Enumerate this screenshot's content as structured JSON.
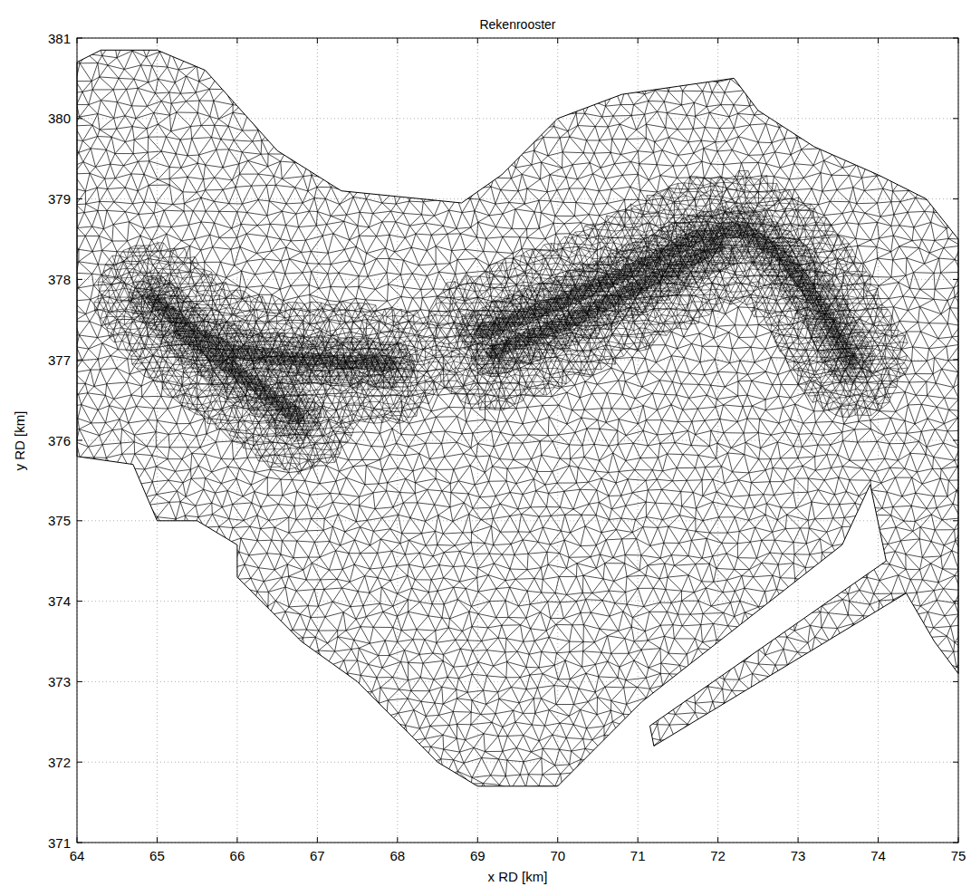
{
  "diagram": {
    "title": "Rekenrooster",
    "labels": [
      "381",
      "380",
      "379",
      "378",
      "377",
      "376",
      "375",
      "374",
      "373",
      "372",
      "371",
      "64",
      "65",
      "66",
      "67",
      "68",
      "69",
      "70",
      "71",
      "72",
      "73",
      "74",
      "75",
      "x RD [km]",
      "y RD [km]"
    ]
  }
}
